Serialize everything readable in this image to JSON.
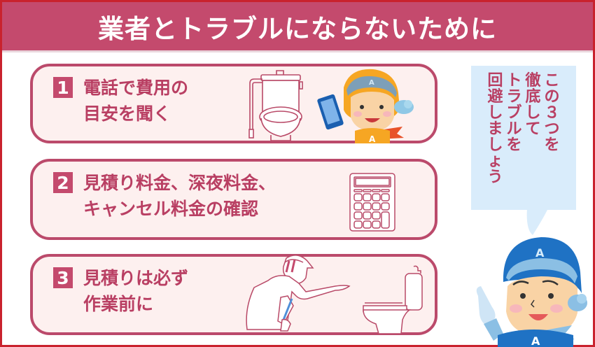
{
  "header": {
    "title": "業者とトラブルにならないために"
  },
  "steps": [
    {
      "number": "1",
      "line1": "電話で費用の",
      "line2": "目安を聞く",
      "illustration": [
        "toilet-icon",
        "mascot-with-smartphone-icon"
      ]
    },
    {
      "number": "2",
      "line1": "見積り料金、深夜料金、",
      "line2": "キャンセル料金の確認",
      "illustration": [
        "calculator-icon"
      ]
    },
    {
      "number": "3",
      "line1": "見積りは必ず",
      "line2": "作業前に",
      "illustration": [
        "worker-with-clipboard-icon",
        "toilet-icon"
      ]
    }
  ],
  "speech_bubble": {
    "columns": [
      "この３つを",
      "徹底して",
      "トラブルを",
      "回避しましょう"
    ],
    "col0": [
      "こ",
      "の",
      "３",
      "つ",
      "を"
    ],
    "col1": [
      "徹",
      "底",
      "し",
      "て"
    ],
    "col2": [
      "ト",
      "ラ",
      "ブ",
      "ル",
      "を"
    ],
    "col3": [
      "回",
      "避",
      "し",
      "ま",
      "し",
      "ょ",
      "う"
    ]
  },
  "colors": {
    "frame_border": "#c9222d",
    "title_band": "#c44a6d",
    "card_border": "#bb4a6b",
    "card_fill": "#fdf0ef",
    "text_accent": "#b93f63",
    "bubble_fill": "#d9ecfb",
    "mascot_blue": "#1f72c4",
    "mascot_orange": "#f6a623"
  }
}
